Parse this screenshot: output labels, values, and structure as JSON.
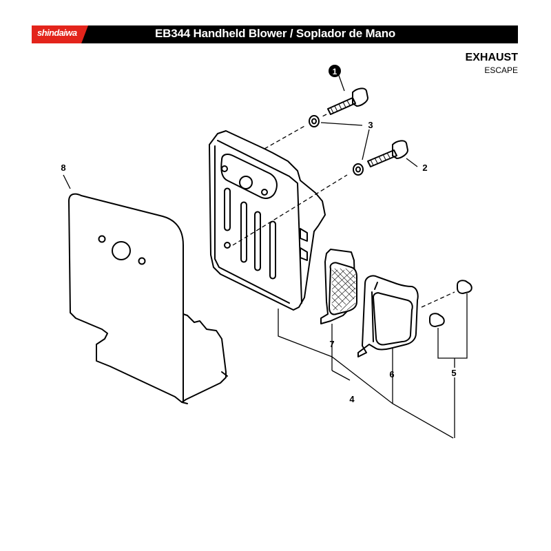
{
  "header": {
    "brand": "shindaiwa",
    "title": "EB344 Handheld Blower / Soplador de Mano"
  },
  "section": {
    "title": "EXHAUST",
    "subtitle": "ESCAPE"
  },
  "callouts": {
    "c1": "1",
    "c2": "2",
    "c3": "3",
    "c4": "4",
    "c5": "5",
    "c6": "6",
    "c7": "7",
    "c8": "8"
  },
  "colors": {
    "brand_red": "#e3241b",
    "header_black": "#000000",
    "line": "#000000"
  }
}
